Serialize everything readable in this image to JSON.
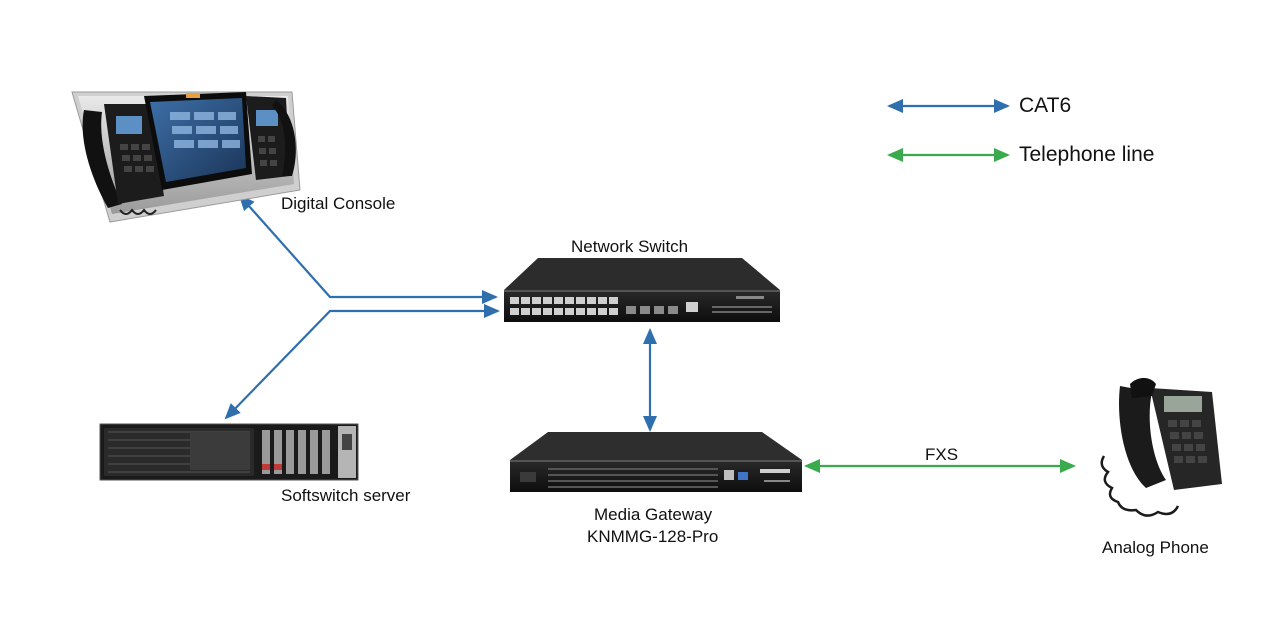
{
  "legend": {
    "cat6_label": "CAT6",
    "telephone_label": "Telephone line"
  },
  "nodes": {
    "digital_console": "Digital Console",
    "network_switch": "Network Switch",
    "softswitch_server": "Softswitch server",
    "media_gateway_line1": "Media Gateway",
    "media_gateway_line2": "KNMMG-128-Pro",
    "analog_phone": "Analog Phone"
  },
  "links": {
    "fxs_label": "FXS"
  },
  "colors": {
    "cat6": "#2f6fad",
    "telephone": "#3aab4c"
  },
  "icons": [
    "digital-console-icon",
    "network-switch-icon",
    "server-icon",
    "media-gateway-icon",
    "analog-phone-icon"
  ]
}
